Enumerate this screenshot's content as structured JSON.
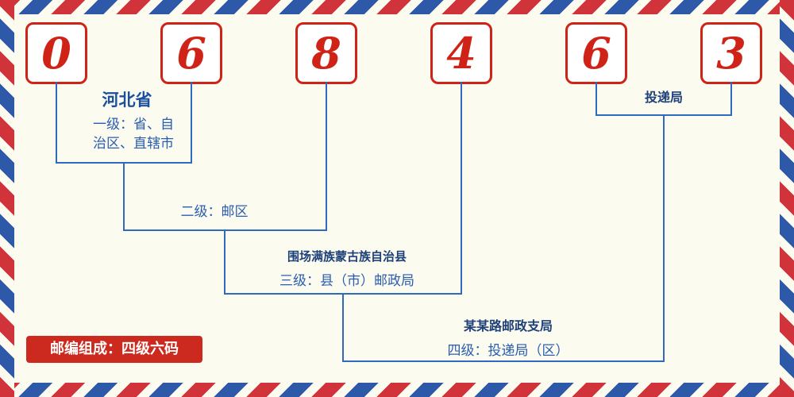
{
  "postal_code": {
    "digits": [
      "0",
      "6",
      "8",
      "4",
      "6",
      "3"
    ]
  },
  "annotations": {
    "province": "河北省",
    "level1_line1": "一级：省、自",
    "level1_line2": "治区、直辖市",
    "level2": "二级：邮区",
    "county": "围场满族蒙古族自治县",
    "level3": "三级：县（市）邮政局",
    "branch": "某某路邮政支局",
    "level4": "四级：投递局（区）",
    "delivery_office": "投递局"
  },
  "footer": {
    "composition": "邮编组成：四级六码"
  },
  "colors": {
    "digit_red": "#d02318",
    "line_blue": "#2e6bbf",
    "label_blue": "#2a5db0",
    "place_navy": "#1d4078",
    "badge_red": "#cc2a1f",
    "background": "#fcfbf0"
  }
}
